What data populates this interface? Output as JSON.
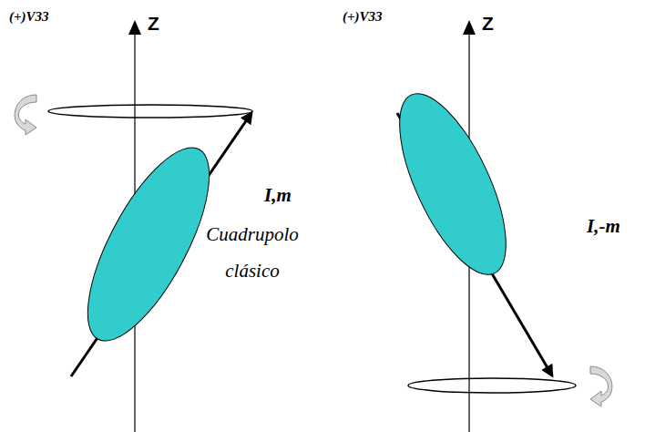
{
  "diagram": {
    "labels": [
      "(+)V33",
      "Z",
      "(+)V33",
      "Z",
      "I,m",
      "Cuadrupolo clásico",
      "I,-m"
    ]
  }
}
